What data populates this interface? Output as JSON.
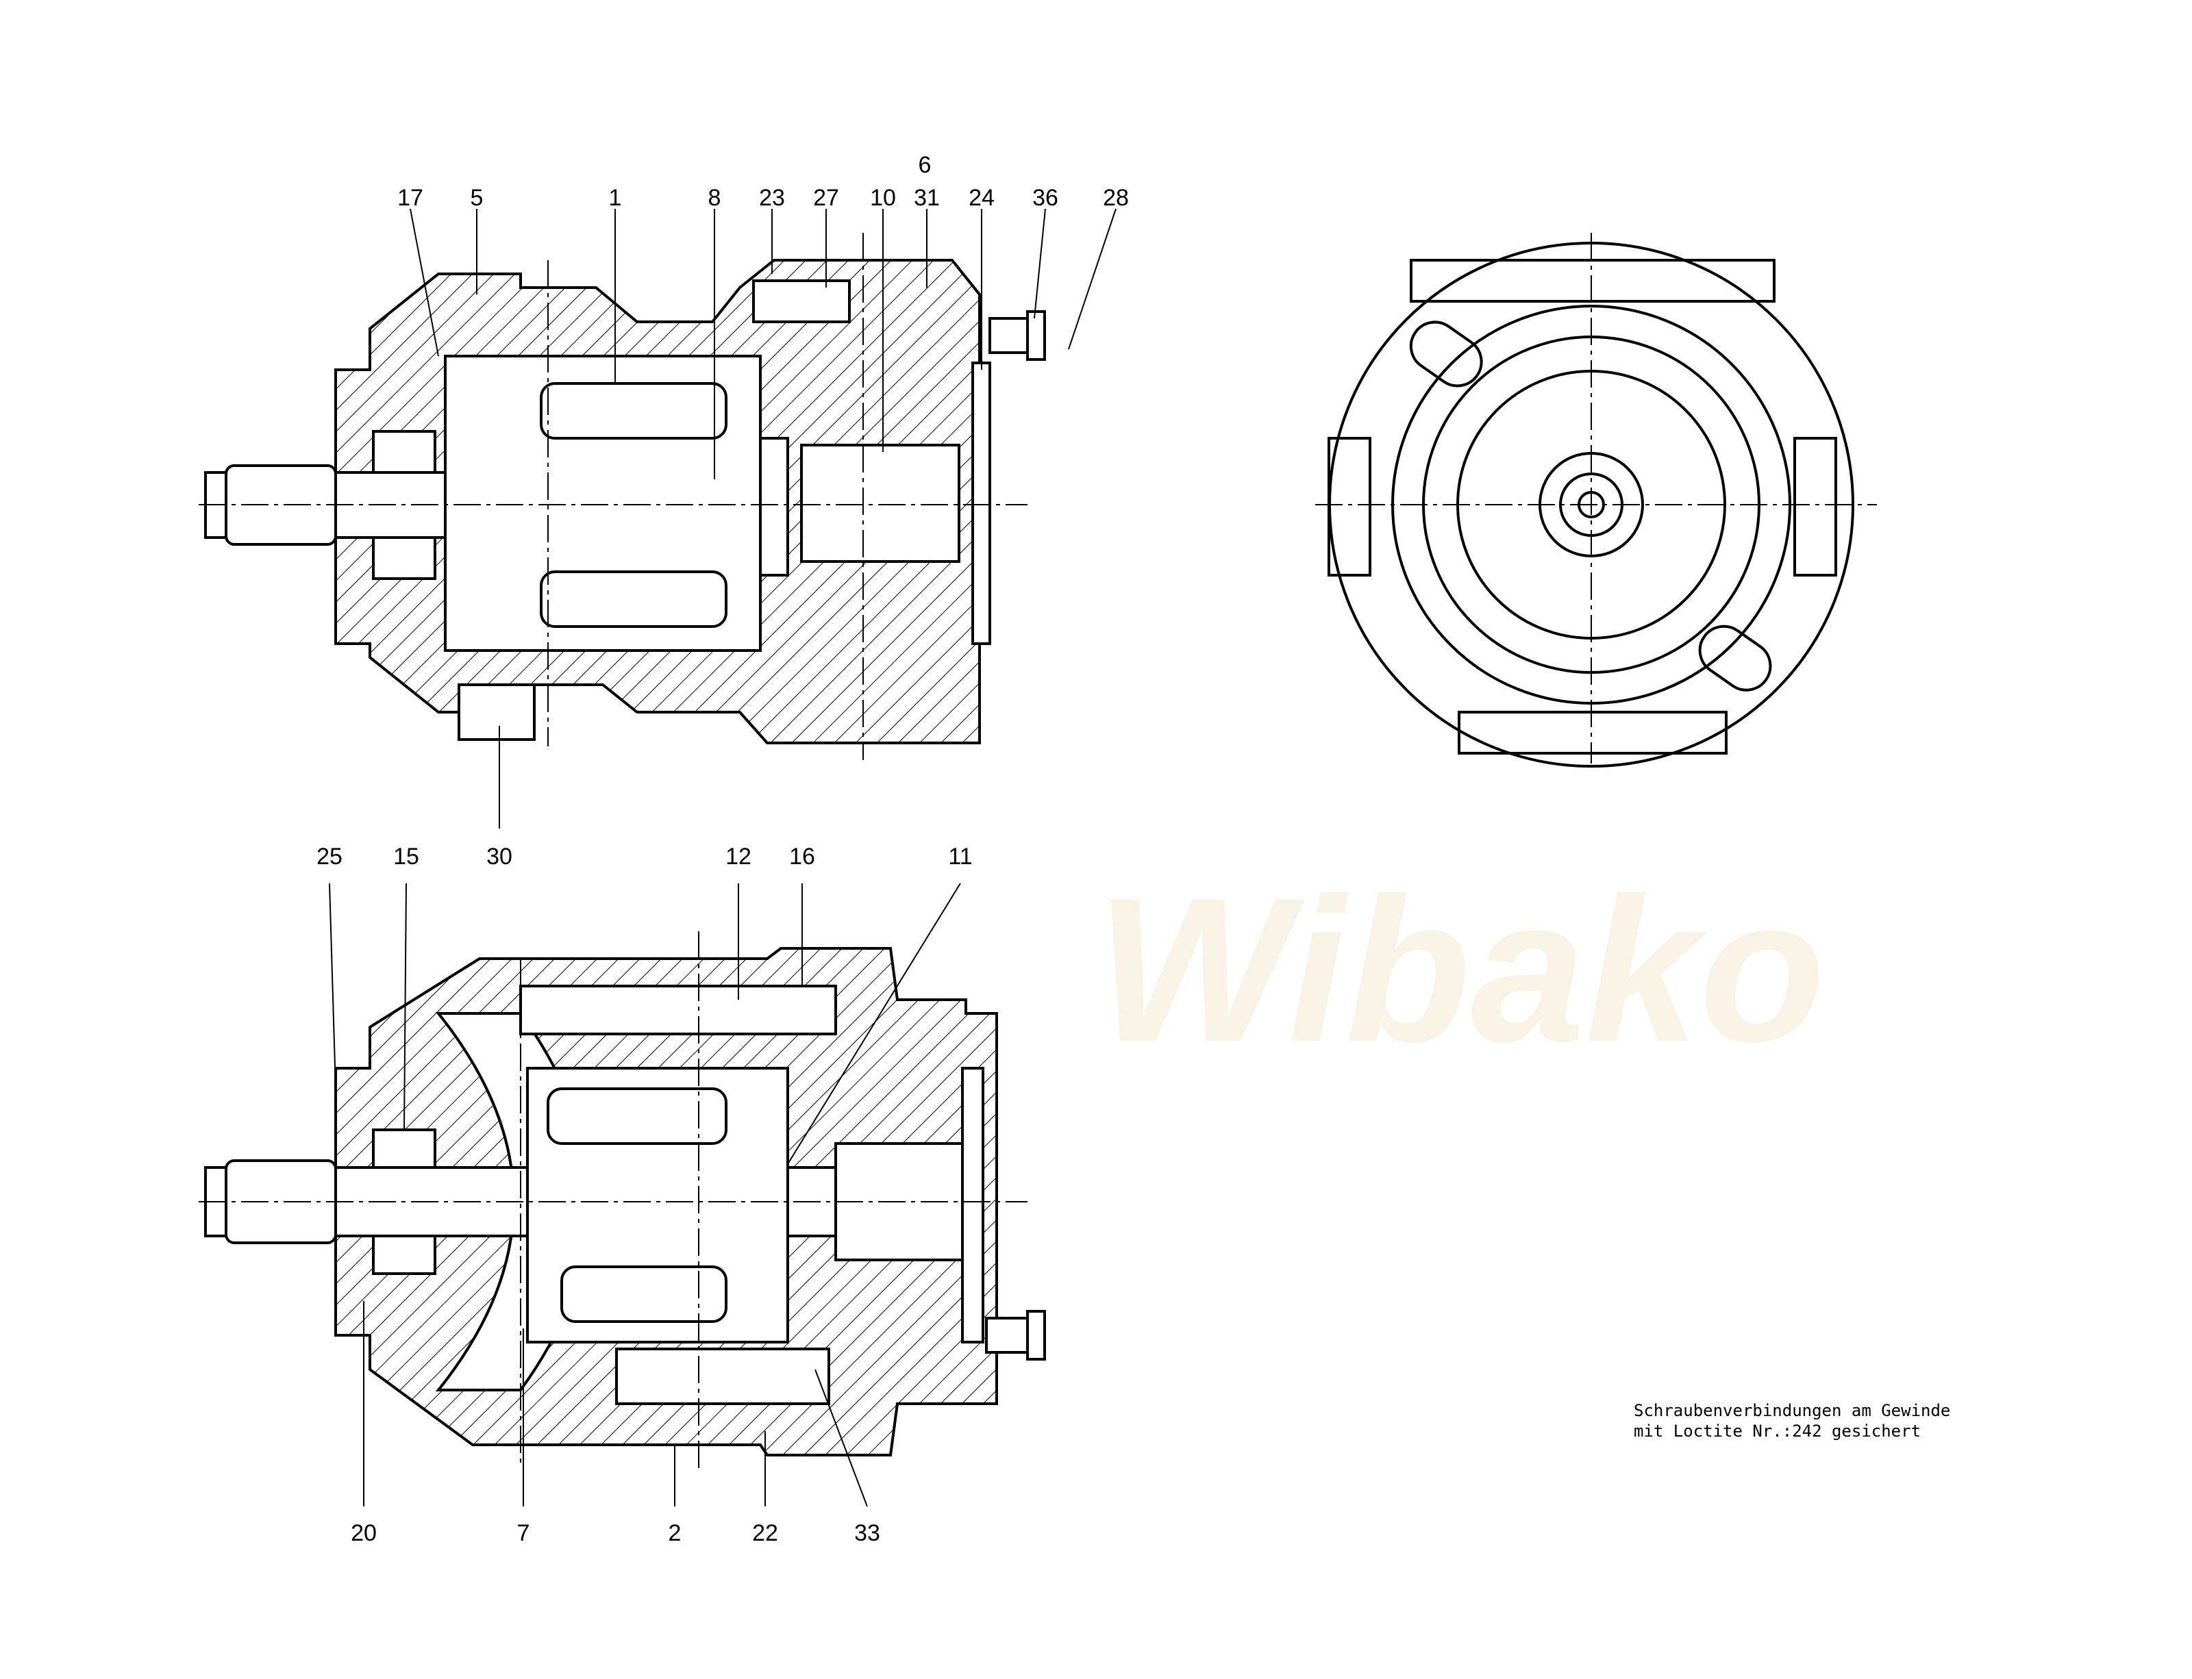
{
  "watermark": "Wibako",
  "colors": {
    "line": "#000000",
    "watermark": "#f6eedb",
    "background": "#ffffff"
  },
  "top_view": {
    "labels": {
      "l17": "17",
      "l5": "5",
      "l1": "1",
      "l8": "8",
      "l23": "23",
      "l27": "27",
      "l6": "6",
      "l10": "10",
      "l31": "31",
      "l24": "24",
      "l36": "36",
      "l28": "28",
      "l30": "30"
    }
  },
  "bottom_view": {
    "labels": {
      "l25": "25",
      "l15": "15",
      "l12": "12",
      "l16": "16",
      "l11": "11",
      "l20": "20",
      "l7": "7",
      "l2": "2",
      "l22": "22",
      "l33": "33"
    }
  },
  "note": {
    "line1": "Schraubenverbindungen am  Gewinde",
    "line2": "mit Loctite  Nr.:242 gesichert"
  }
}
